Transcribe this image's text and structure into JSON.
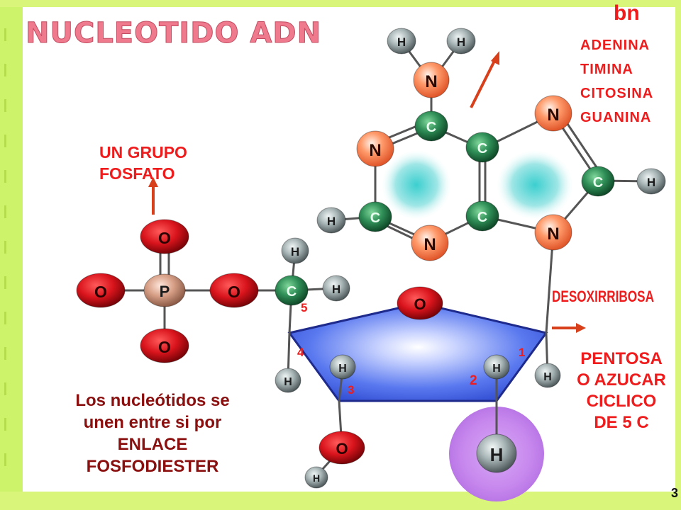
{
  "title": "NUCLEOTIDO ADN",
  "bases": {
    "heading": "bn",
    "items": [
      "ADENINA",
      "TIMINA",
      "CITOSINA",
      "GUANINA"
    ]
  },
  "phosphate_label": "UN GRUPO\nFOSFATO",
  "sugar_name": "DESOXIRRIBOSA",
  "sugar_desc": "PENTOSA\nO AZUCAR\nCICLICO\nDE 5 C",
  "note": "Los nucleótidos se\nunen entre si por\nENLACE\nFOSFODIESTER",
  "carbon_numbers": [
    "5",
    "4",
    "1",
    "2",
    "3"
  ],
  "atoms": {
    "O": "O",
    "P": "P",
    "C": "C",
    "H": "H",
    "N": "N"
  },
  "page_number": "3",
  "colors": {
    "frame": "#ccf36a",
    "label_red": "#ee1c1c",
    "label_dark_red": "#8a0f0f",
    "oxygen": "#d9141c",
    "nitrogen": "#f26a3c",
    "carbon": "#2f8f57",
    "hydrogen": "#8f9a9c",
    "phosphorus": "#d79f86",
    "pentagon": "#5a79ef",
    "arrow": "#d8401c"
  }
}
